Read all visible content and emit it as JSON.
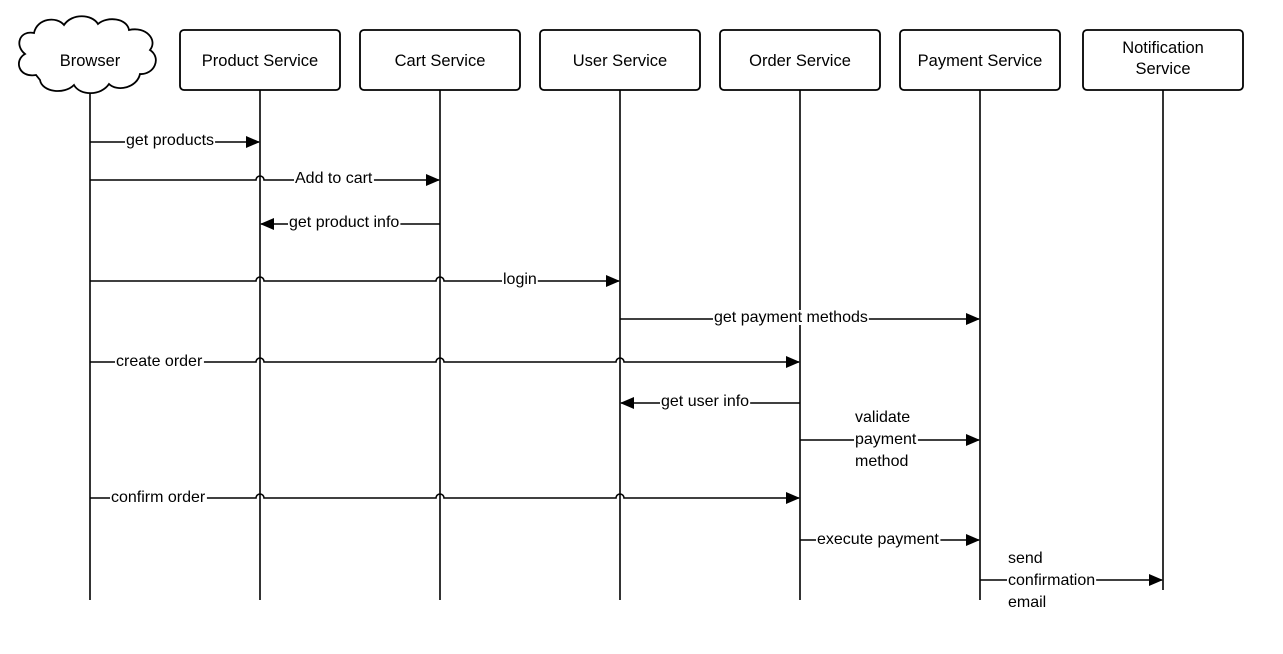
{
  "participants": [
    {
      "id": "browser",
      "label": "Browser",
      "shape": "cloud"
    },
    {
      "id": "product",
      "label": "Product Service",
      "shape": "box"
    },
    {
      "id": "cart",
      "label": "Cart Service",
      "shape": "box"
    },
    {
      "id": "user",
      "label": "User Service",
      "shape": "box"
    },
    {
      "id": "order",
      "label": "Order Service",
      "shape": "box"
    },
    {
      "id": "payment",
      "label": "Payment Service",
      "shape": "box"
    },
    {
      "id": "notification",
      "label": "Notification Service",
      "lines": [
        "Notification",
        "Service"
      ],
      "shape": "box"
    }
  ],
  "messages": [
    {
      "from": "browser",
      "to": "product",
      "label": "get products"
    },
    {
      "from": "browser",
      "to": "cart",
      "label": "Add to cart"
    },
    {
      "from": "cart",
      "to": "product",
      "label": "get product info"
    },
    {
      "from": "browser",
      "to": "user",
      "label": "login"
    },
    {
      "from": "user",
      "to": "payment",
      "label": "get payment methods"
    },
    {
      "from": "browser",
      "to": "order",
      "label": "create order"
    },
    {
      "from": "order",
      "to": "user",
      "label": "get user info"
    },
    {
      "from": "order",
      "to": "payment",
      "label": "validate payment method",
      "lines": [
        "validate",
        "payment",
        "method"
      ]
    },
    {
      "from": "browser",
      "to": "order",
      "label": "confirm order"
    },
    {
      "from": "order",
      "to": "payment",
      "label": "execute payment"
    },
    {
      "from": "payment",
      "to": "notification",
      "label": "send confirmation email",
      "lines": [
        "send",
        "confirmation",
        "email"
      ]
    }
  ]
}
